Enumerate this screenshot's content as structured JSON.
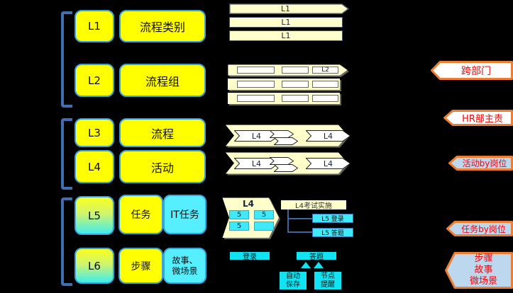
{
  "colors": {
    "background": "#000000",
    "level_box_yellow": "#FFFF00",
    "level_box_border_blue": "#38A3DC",
    "gradient_cyan": "#3EEDEE",
    "cream_bar": "#FFFFCC",
    "cream_bar_border": "#44546A",
    "cyan_box": "#12E3F2",
    "callout_border_orange": "#ED7D31",
    "callout_fill_blue": "#BDD7EE",
    "callout_text_red": "#FF0000",
    "bracket_blue": "#3E6FB0"
  },
  "hierarchy": {
    "rows": [
      {
        "level": "L1",
        "name": "流程类别"
      },
      {
        "level": "L2",
        "name": "流程组"
      },
      {
        "level": "L3",
        "name": "流程"
      },
      {
        "level": "L4",
        "name": "活动"
      },
      {
        "level": "L5",
        "name": "任务",
        "alt": "IT任务"
      },
      {
        "level": "L6",
        "name": "步骤",
        "alt": "故事、\n微场景"
      }
    ]
  },
  "middle": {
    "l1_bars": [
      "L1",
      "L1",
      "L1"
    ],
    "l2_tag": "L2",
    "l4_tags": [
      "L4",
      "L4",
      "L4",
      "L4"
    ],
    "l5": {
      "container": "L4",
      "cells": [
        "5",
        "5",
        "5"
      ],
      "title": "L4考试实施",
      "children": [
        "L5 登录",
        "L5 答题"
      ]
    },
    "l6": {
      "login": "登录",
      "answer": "答题",
      "auto_save": "自动\n保存",
      "node_remind": "节点\n提醒"
    }
  },
  "callouts": [
    {
      "label": "跨部门"
    },
    {
      "label": "HR部主责"
    },
    {
      "label": "活动by岗位"
    },
    {
      "label": "任务by岗位"
    },
    {
      "label": "步骤\n故事\n微场景"
    }
  ]
}
